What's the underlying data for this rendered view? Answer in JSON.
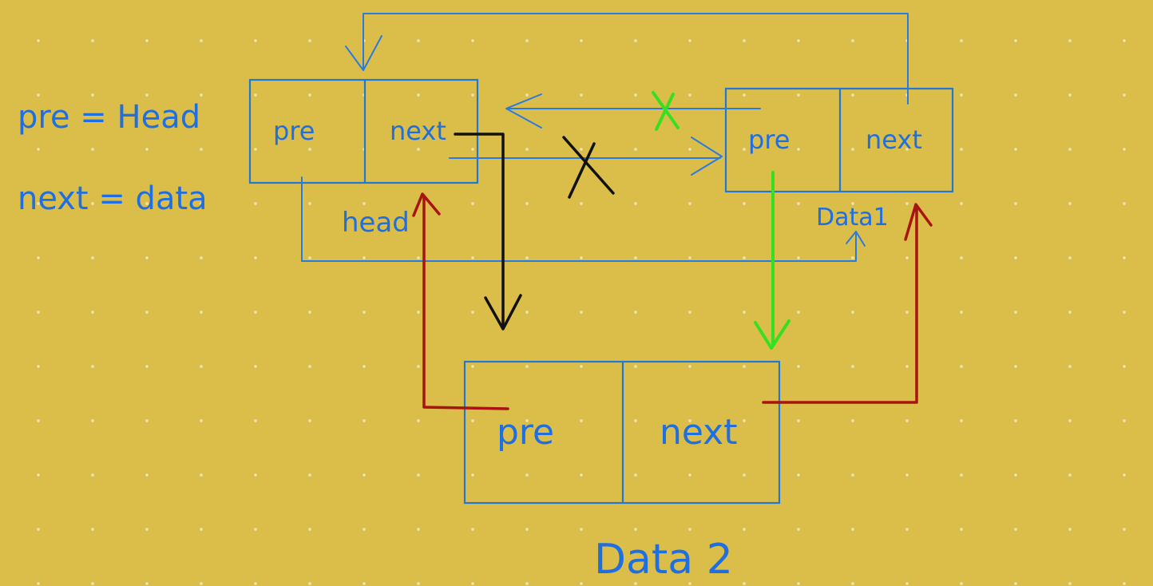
{
  "notes": {
    "line1": "pre = Head",
    "line2": "next = data"
  },
  "nodes": {
    "head": {
      "pre": "pre",
      "next": "next",
      "label": "head"
    },
    "data1": {
      "pre": "pre",
      "next": "next",
      "label": "Data1"
    },
    "data2": {
      "pre": "pre",
      "next": "next",
      "label": "Data 2"
    }
  },
  "marks": {
    "black_cross": "X",
    "green_cross": "X"
  },
  "colors": {
    "background": "#dbbd4a",
    "node_border": "#1f78d6",
    "text": "#1f6fe0",
    "new_next_link": "#111111",
    "new_pre_link": "#a81410",
    "data1_pre_link": "#36e020"
  }
}
